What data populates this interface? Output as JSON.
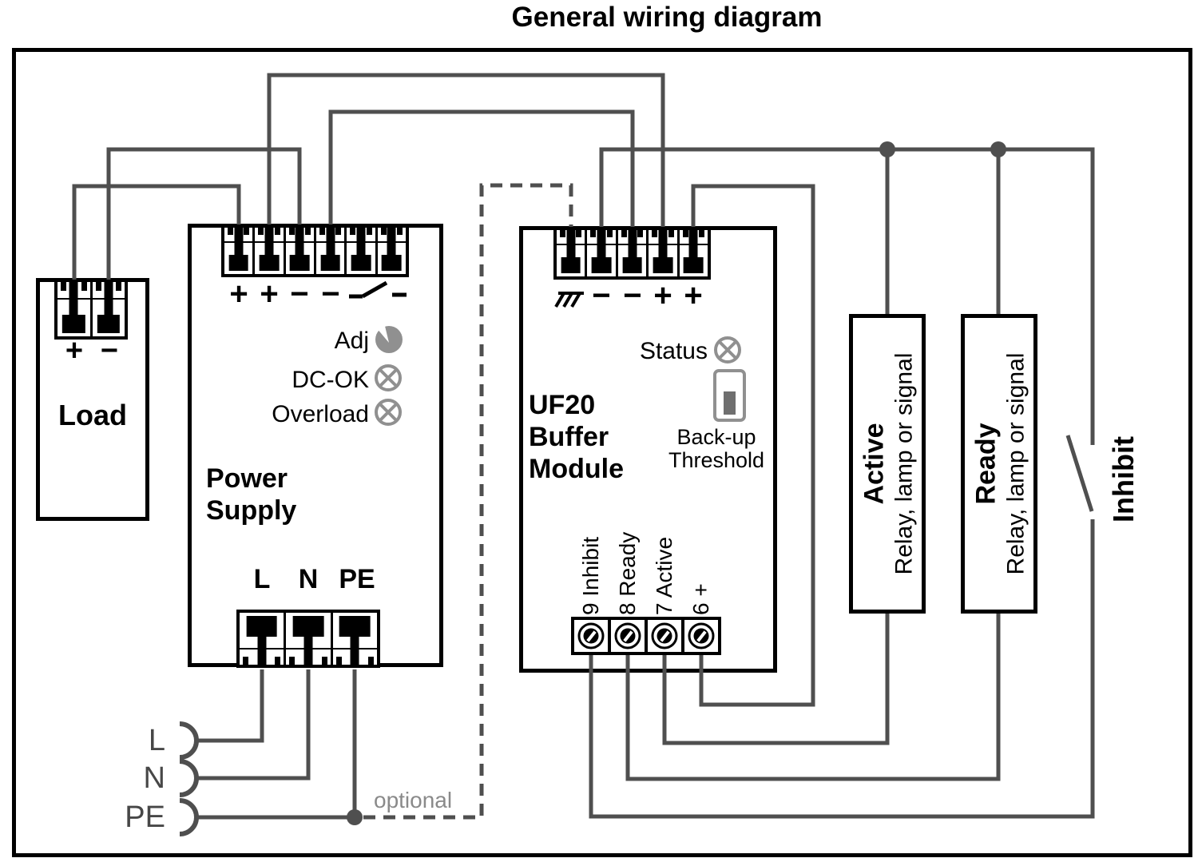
{
  "title": "General wiring diagram",
  "colors": {
    "wire": "#4f4f4f",
    "indicator_gray": "#909090",
    "muted_text": "#8a8a8a"
  },
  "load": {
    "label": "Load",
    "terminals": [
      "+",
      "−"
    ]
  },
  "power_supply": {
    "name_line1": "Power",
    "name_line2": "Supply",
    "terminals_top": [
      "+",
      "+",
      "−",
      "−"
    ],
    "adj_label": "Adj",
    "dc_ok_label": "DC-OK",
    "overload_label": "Overload",
    "bottom_labels": [
      "L",
      "N",
      "PE"
    ]
  },
  "buffer_module": {
    "name_line1": "UF20",
    "name_line2": "Buffer",
    "name_line3": "Module",
    "terminals_top": [
      "−",
      "−",
      "+",
      "+"
    ],
    "status_label": "Status",
    "backup_line1": "Back-up",
    "backup_line2": "Threshold",
    "screw_labels": [
      "9 Inhibit",
      "8 Ready",
      "7 Active",
      "6 +"
    ]
  },
  "active_box": {
    "title": "Active",
    "subtitle": "Relay, lamp or signal"
  },
  "ready_box": {
    "title": "Ready",
    "subtitle": "Relay, lamp or signal"
  },
  "inhibit_label": "Inhibit",
  "inputs": {
    "l": "L",
    "n": "N",
    "pe": "PE"
  },
  "optional_label": "optional"
}
